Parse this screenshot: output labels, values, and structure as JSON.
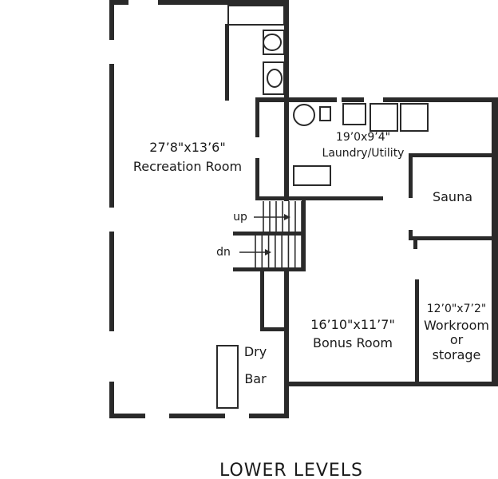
{
  "title": "LOWER LEVELS",
  "rooms": {
    "recreation": {
      "dims": "27’8\"x13’6\"",
      "name": "Recreation Room"
    },
    "laundry": {
      "dims": "19’0x9’4\"",
      "name": "Laundry/Utility"
    },
    "sauna": {
      "name": "Sauna"
    },
    "bonus": {
      "dims": "16’10\"x11’7\"",
      "name": "Bonus Room"
    },
    "workroom": {
      "dims": "12’0\"x7’2\"",
      "line1": "Workroom",
      "line2": "or",
      "line3": "storage"
    },
    "drybar": {
      "line1": "Dry",
      "line2": "Bar"
    }
  },
  "stairs": {
    "up": "up",
    "down": "dn"
  }
}
